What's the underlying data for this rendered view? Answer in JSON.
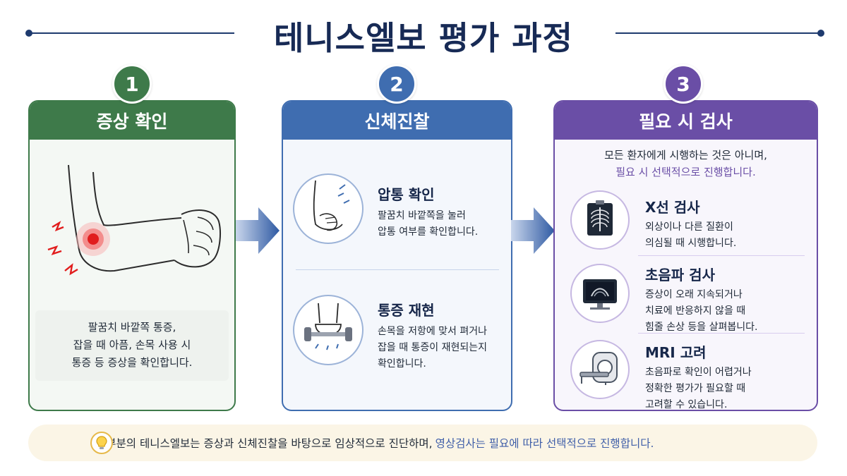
{
  "title": "테니스엘보 평가 과정",
  "steps": [
    {
      "number": "1",
      "header": "증상 확인",
      "color": "#3e7a4a",
      "description_lines": [
        "팔꿈치 바깥쪽 통증,",
        "잡을 때 아픔, 손목 사용 시",
        "통증 등 증상을 확인합니다."
      ]
    },
    {
      "number": "2",
      "header": "신체진찰",
      "color": "#3f6db0",
      "items": [
        {
          "title": "압통 확인",
          "lines": [
            "팔꿈치 바깥쪽을 눌러",
            "압통 여부를 확인합니다."
          ]
        },
        {
          "title": "통증 재현",
          "lines": [
            "손목을 저항에 맞서 펴거나",
            "잡을 때 통증이 재현되는지",
            "확인합니다."
          ]
        }
      ]
    },
    {
      "number": "3",
      "header": "필요 시 검사",
      "color": "#6a4ea6",
      "intro_line1": "모든 환자에게 시행하는 것은 아니며,",
      "intro_line2": "필요 시 선택적으로 진행합니다.",
      "items": [
        {
          "title": "X선 검사",
          "lines": [
            "외상이나 다른 질환이",
            "의심될 때 시행합니다."
          ]
        },
        {
          "title": "초음파 검사",
          "lines": [
            "증상이 오래 지속되거나",
            "치료에 반응하지 않을 때",
            "힘줄 손상 등을 살펴봅니다."
          ]
        },
        {
          "title": "MRI 고려",
          "lines": [
            "초음파로 확인이 어렵거나",
            "정확한 평가가 필요할 때",
            "고려할 수 있습니다."
          ]
        }
      ]
    }
  ],
  "bottom": {
    "text": "대부분의 테니스엘보는 증상과 신체진찰을 바탕으로 임상적으로 진단하며,",
    "highlight": "영상검사는 필요에 따라 선택적으로 진행합니다."
  },
  "icons": {
    "pain_arm": "elbow-pain-icon",
    "palpation": "palpation-icon",
    "resistance": "wrist-resistance-icon",
    "xray": "xray-icon",
    "ultrasound": "ultrasound-icon",
    "mri": "mri-icon",
    "bulb": "lightbulb-icon"
  }
}
